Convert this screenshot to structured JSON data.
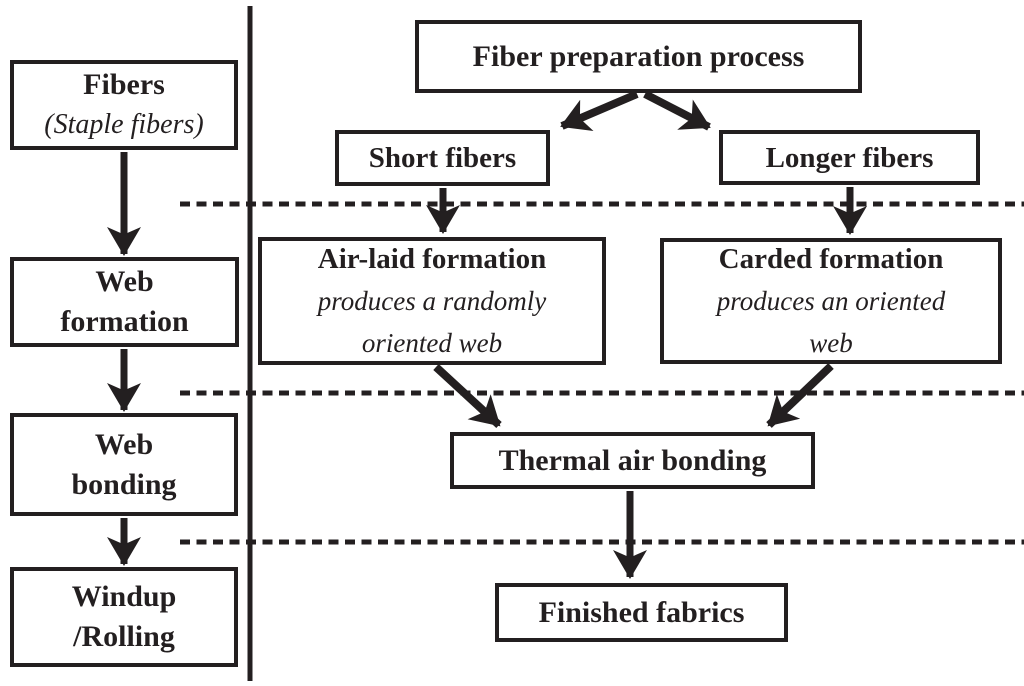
{
  "colors": {
    "ink": "#231f20",
    "background": "#ffffff"
  },
  "nodes": {
    "fibers": {
      "title": "Fibers",
      "subtitle": "(Staple fibers)"
    },
    "web_formation": {
      "title_lines": [
        "Web",
        "formation"
      ]
    },
    "web_bonding": {
      "title_lines": [
        "Web",
        "bonding"
      ]
    },
    "windup": {
      "title_lines": [
        "Windup",
        "/Rolling"
      ]
    },
    "fiber_prep": {
      "title": "Fiber preparation process"
    },
    "short_fibers": {
      "title": "Short fibers"
    },
    "longer_fibers": {
      "title": "Longer fibers"
    },
    "air_laid": {
      "title": "Air-laid formation",
      "subtitle_lines": [
        "produces a randomly",
        "oriented web"
      ]
    },
    "carded": {
      "title": "Carded formation",
      "subtitle_lines": [
        "produces an oriented",
        "web"
      ]
    },
    "thermal": {
      "title": "Thermal air bonding"
    },
    "finished": {
      "title": "Finished fabrics"
    }
  }
}
